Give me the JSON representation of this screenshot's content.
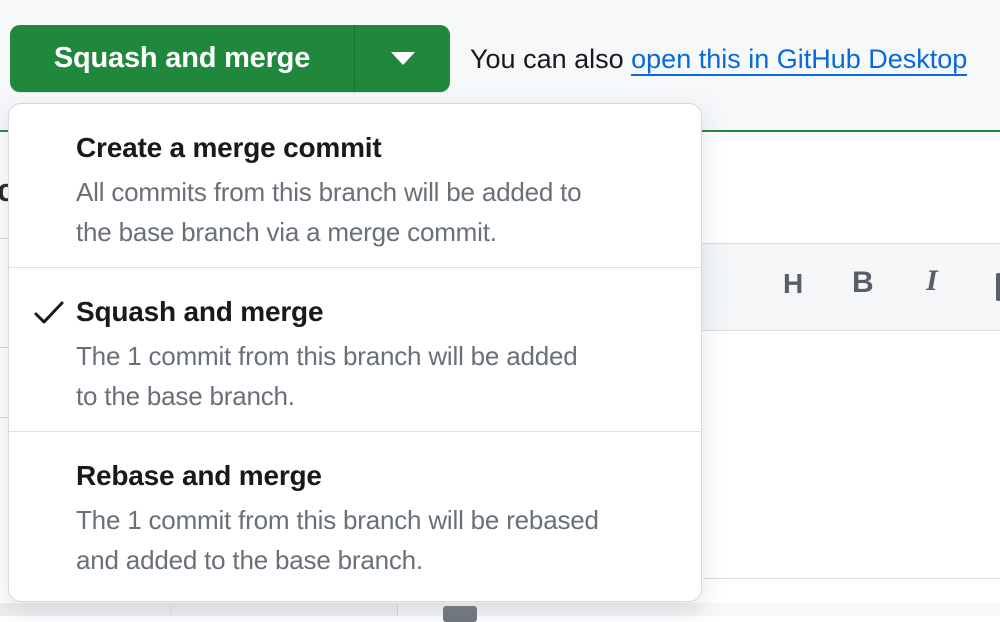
{
  "colors": {
    "button_green": "#1f883d",
    "link_blue": "#0969da",
    "accent_rule_green": "#1f883d",
    "toolbar_bg": "#f6f8fa",
    "menu_title_text": "#17191c",
    "menu_desc_text": "#68707a"
  },
  "merge_button": {
    "label": "Squash and merge"
  },
  "desktop_hint": {
    "prefix": "You can also ",
    "link_text": "open this in GitHub Desktop"
  },
  "dropdown": {
    "items": [
      {
        "title": "Create a merge commit",
        "description": "All commits from this branch will be added to\nthe base branch via a merge commit.",
        "selected": false
      },
      {
        "title": "Squash and merge",
        "description": "The 1 commit from this branch will be added\nto the base branch.",
        "selected": true
      },
      {
        "title": "Rebase and merge",
        "description": "The 1 commit from this branch will be rebased\nand added to the base branch.",
        "selected": false
      }
    ]
  },
  "editor_toolbar": {
    "icons": [
      {
        "name": "heading",
        "glyph": "H"
      },
      {
        "name": "bold",
        "glyph": "B"
      },
      {
        "name": "italic",
        "glyph": "I"
      }
    ]
  },
  "background_fragment": {
    "text": "c"
  }
}
